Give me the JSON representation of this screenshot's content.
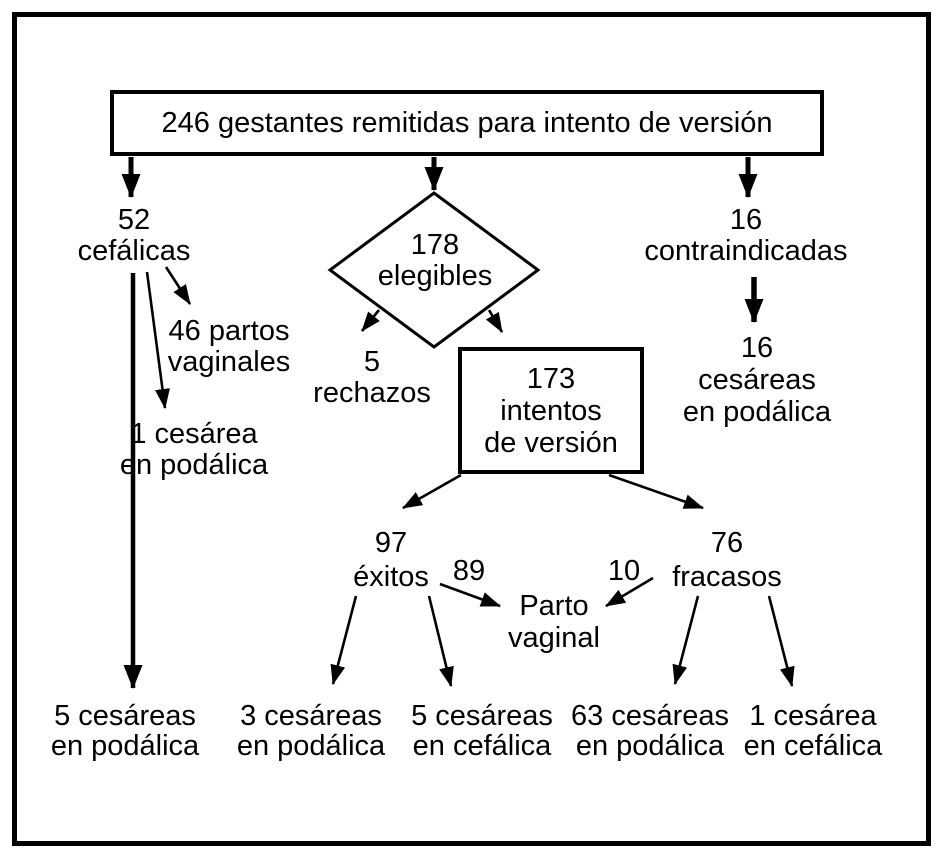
{
  "figure": {
    "root_label": "246 gestantes remitidas para intento de versión",
    "nodes": {
      "cefalicas": [
        "52",
        "cefálicas"
      ],
      "elegibles": [
        "178",
        "elegibles"
      ],
      "contraindicadas": [
        "16",
        "contraindicadas"
      ],
      "partos_vaginales": [
        "46 partos",
        "vaginales"
      ],
      "cesarea_podalica_desde_cefalicas": [
        "1 cesárea",
        "en podálica"
      ],
      "rechazos": [
        "5",
        "rechazos"
      ],
      "intentos_version": [
        "173",
        "intentos",
        "de versión"
      ],
      "cesareas_podalica_contraindicadas": [
        "16",
        "cesáreas",
        "en podálica"
      ],
      "exitos": [
        "97",
        "éxitos"
      ],
      "fracasos": [
        "76",
        "fracasos"
      ],
      "exitos_a_parto_count": "89",
      "fracasos_a_parto_count": "10",
      "parto_vaginal": [
        "Parto",
        "vaginal"
      ],
      "cesareas_podalica_desde_cefalicas_total": [
        "5 cesáreas",
        "en podálica"
      ],
      "cesareas_podalica_desde_exitos": [
        "3 cesáreas",
        "en podálica"
      ],
      "cesareas_cefalica_desde_exitos": [
        "5 cesáreas",
        "en cefálica"
      ],
      "cesareas_podalica_desde_fracasos": [
        "63 cesáreas",
        "en podálica"
      ],
      "cesarea_cefalica_desde_fracasos": [
        "1 cesárea",
        "en cefálica"
      ]
    },
    "colors": {
      "ink": "#000000",
      "background": "#ffffff"
    }
  }
}
